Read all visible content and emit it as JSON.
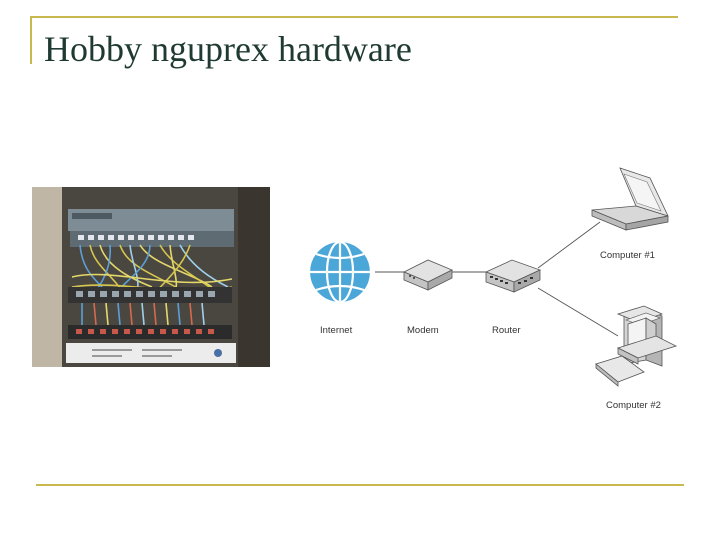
{
  "slide": {
    "title": "Hobby nguprex hardware"
  },
  "diagram": {
    "labels": {
      "internet": "Internet",
      "modem": "Modem",
      "router": "Router",
      "computer1": "Computer #1",
      "computer2": "Computer #2"
    },
    "colors": {
      "globe": "#4aa7d8",
      "frame": "#c9b84e",
      "title": "#1f3a32"
    }
  },
  "photo": {
    "subject": "network-rack-photo"
  }
}
